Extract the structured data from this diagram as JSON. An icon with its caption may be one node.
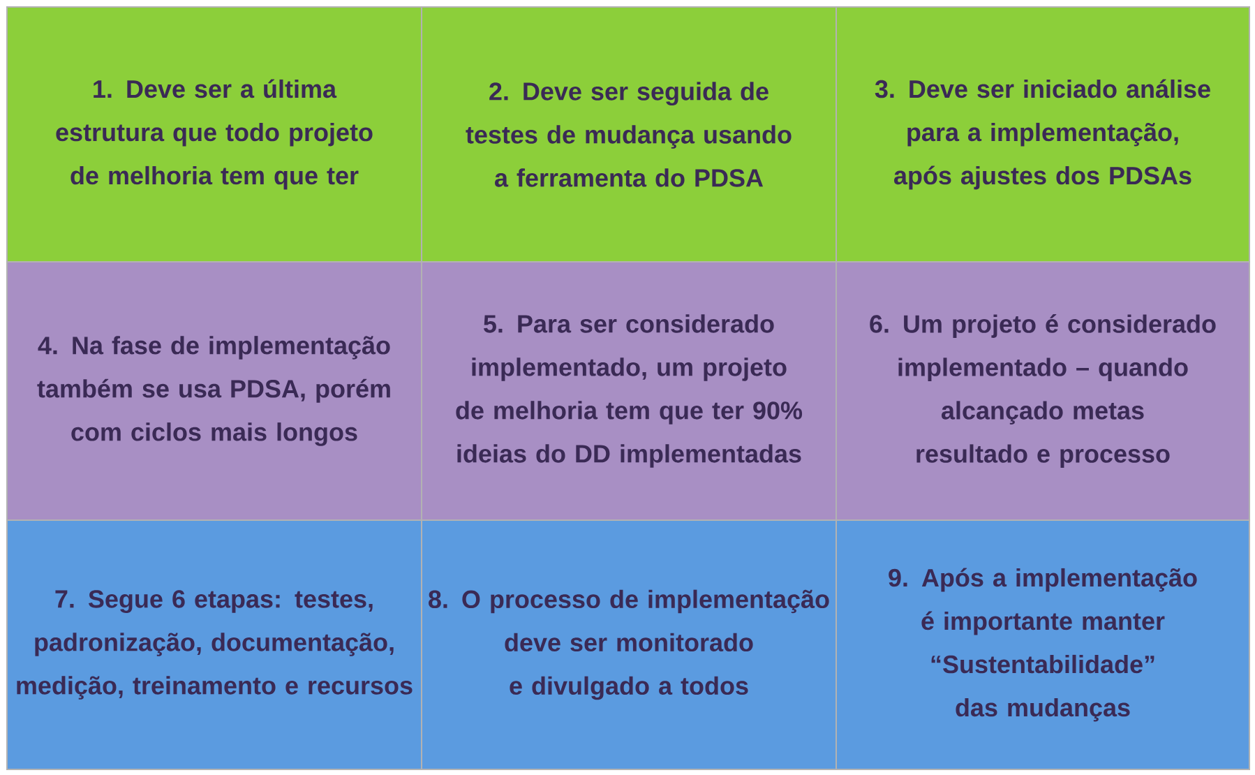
{
  "diagram": {
    "nodes": [
      {
        "text": [
          "1. Deve ser a última estrutura que todo projeto de melhoria tem que ter"
        ]
      },
      {
        "text": [
          "2. Deve ser seguida de testes de mudança usando a ferramenta do PDSA"
        ]
      },
      {
        "text": [
          "3. Deve ser iniciado análise para a implementação, após ajustes dos PDSAs"
        ]
      },
      {
        "text": [
          "4. Na fase de implementação também se usa PDSA, porém com ciclos mais longos"
        ]
      },
      {
        "text": [
          "5. Para ser considerado implementado, um projeto de melhoria tem que ter 90% ideias do DD implementadas"
        ]
      },
      {
        "text": [
          "6. Um projeto é considerado implementado – quando alcançado metas resultado e processo"
        ]
      },
      {
        "text": [
          "7. Segue 6 etapas: testes, padronização, documentação, medição, treinamento e recursos"
        ]
      },
      {
        "text": [
          "8. O processo de implementação deve ser monitorado e divulgado a todos"
        ]
      },
      {
        "text": [
          "9. Após a implementação é importante manter “Sustentabilidade” das mudanças"
        ]
      }
    ]
  }
}
